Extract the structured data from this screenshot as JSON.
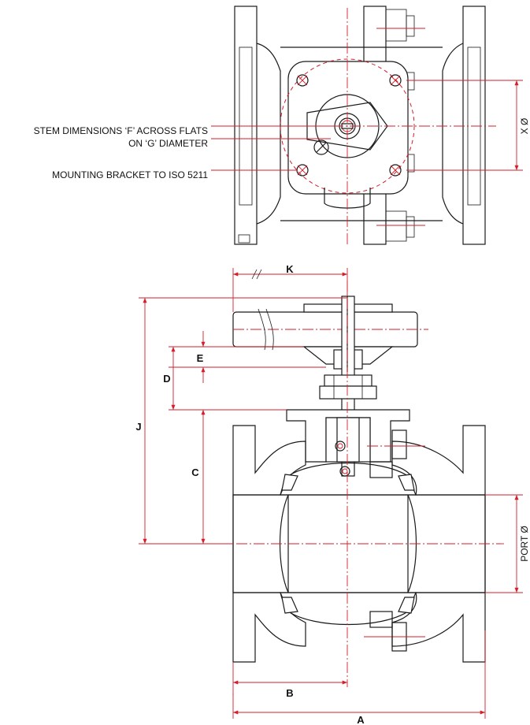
{
  "labels": {
    "stem_line1": "STEM DIMENSIONS ‘F’ ACROSS FLATS",
    "stem_line2": "ON ‘G’ DIAMETER",
    "bracket": "MOUNTING BRACKET TO ISO 5211",
    "x_dia": "X Ø",
    "port_dia": "PORT Ø"
  },
  "dimensions": {
    "A": "A",
    "B": "B",
    "C": "C",
    "D": "D",
    "E": "E",
    "J": "J",
    "K": "K"
  },
  "colors": {
    "ink": "#1a1a1a",
    "dimension_red": "#d21f2b"
  }
}
